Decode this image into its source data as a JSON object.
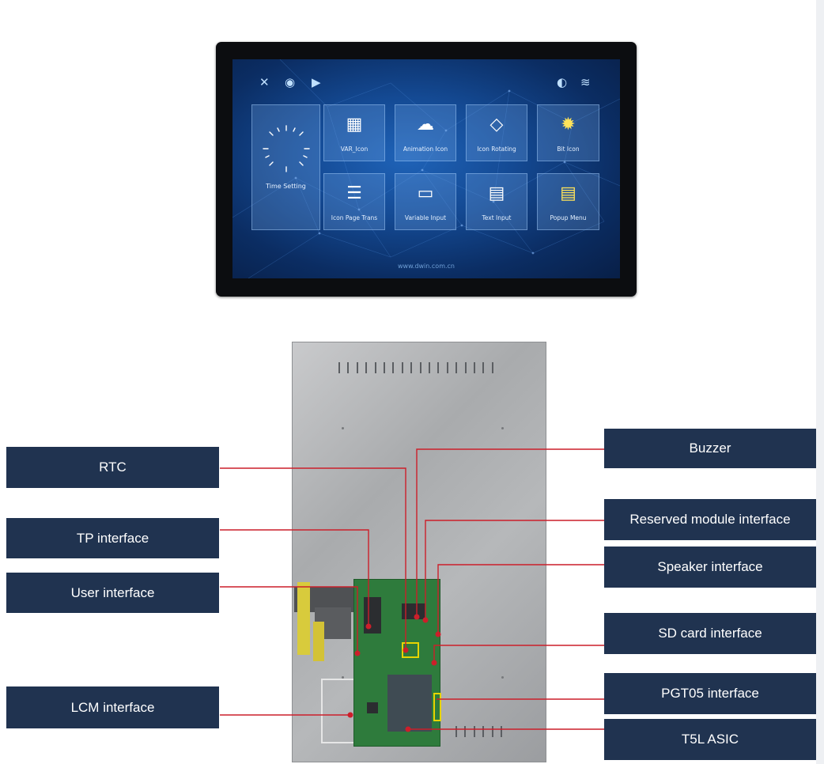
{
  "screen": {
    "top_icons_left": [
      "tools-icon",
      "camera-icon",
      "play-icon"
    ],
    "top_icons_right": [
      "brightness-icon",
      "wifi-icon"
    ],
    "tiles": [
      {
        "label": "Time Setting",
        "icon": "clock-icon"
      },
      {
        "label": "VAR_Icon",
        "icon": "tiles-icon"
      },
      {
        "label": "Animation Icon",
        "icon": "cloud-icon"
      },
      {
        "label": "Icon Rotating",
        "icon": "rotate-icon"
      },
      {
        "label": "Bit Icon",
        "icon": "bulb-icon"
      },
      {
        "label": "Icon Page Trans",
        "icon": "sliders-icon"
      },
      {
        "label": "Variable Input",
        "icon": "document-123-icon"
      },
      {
        "label": "Text Input",
        "icon": "book-abc-icon"
      },
      {
        "label": "Popup Menu",
        "icon": "menu-icon"
      }
    ],
    "url": "www.dwin.com.cn"
  },
  "labels": {
    "rtc": "RTC",
    "tp_interface": "TP interface",
    "user_interface": "User interface",
    "lcm_interface": "LCM interface",
    "buzzer": "Buzzer",
    "reserved_module_interface": "Reserved module interface",
    "speaker_interface": "Speaker interface",
    "sd_card_interface": "SD card interface",
    "pgt05_interface": "PGT05 interface",
    "t5l_asic": "T5L ASIC"
  },
  "colors": {
    "label_bg": "#203350",
    "leader_line": "#cc1f2a",
    "highlight": "#e7d400"
  }
}
